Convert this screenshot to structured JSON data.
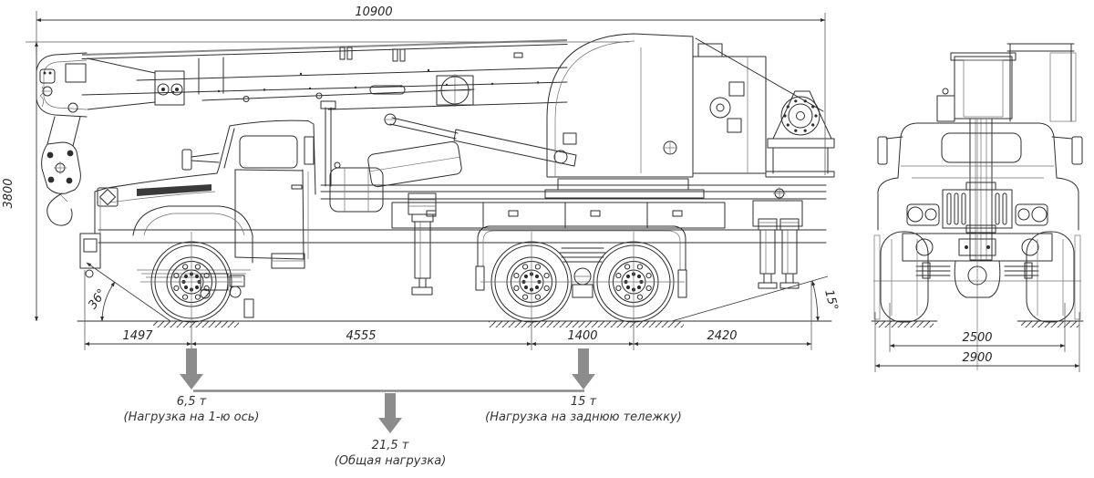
{
  "dimensions": {
    "overall_length": "10900",
    "overall_height": "3800",
    "front_overhang": "1497",
    "wheelbase": "4555",
    "rear_bogie_base": "1400",
    "rear_overhang": "2420",
    "approach_angle": "36°",
    "departure_angle": "15°",
    "support_track": "2500",
    "overall_width": "2900"
  },
  "loads": {
    "front_axle": {
      "value": "6,5 т",
      "caption": "(Нагрузка на 1-ю ось)"
    },
    "total": {
      "value": "21,5 т",
      "caption": "(Общая нагрузка)"
    },
    "rear_bogie": {
      "value": "15 т",
      "caption": "(Нагрузка на заднюю тележку)"
    }
  },
  "colors": {
    "line": "#2e2e2e",
    "load_arrow": "#8c8c8c",
    "background": "#ffffff"
  }
}
